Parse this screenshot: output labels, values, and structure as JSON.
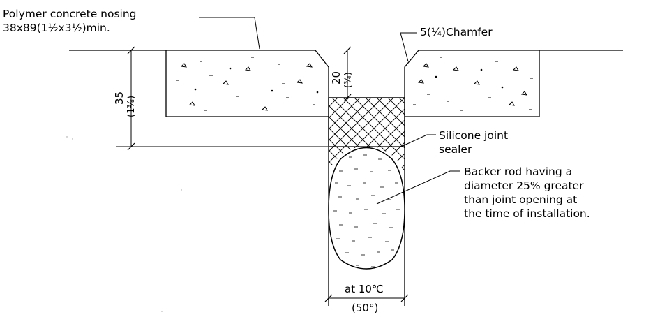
{
  "labels": {
    "nosing_line1": "Polymer concrete nosing",
    "nosing_line2": "38x89(1½x3½)min.",
    "chamfer": "5(¼)Chamfer",
    "depth_mm": "35",
    "depth_in": "(1⅜)",
    "gap_mm": "20",
    "gap_in": "(¾)",
    "sealer_line1": "Silicone joint",
    "sealer_line2": "sealer",
    "backer_line1": "Backer rod having a",
    "backer_line2": "diameter 25% greater",
    "backer_line3": "than joint opening at",
    "backer_line4": "the time of installation.",
    "width_line1": "at 10℃",
    "width_line2": "(50°)"
  }
}
